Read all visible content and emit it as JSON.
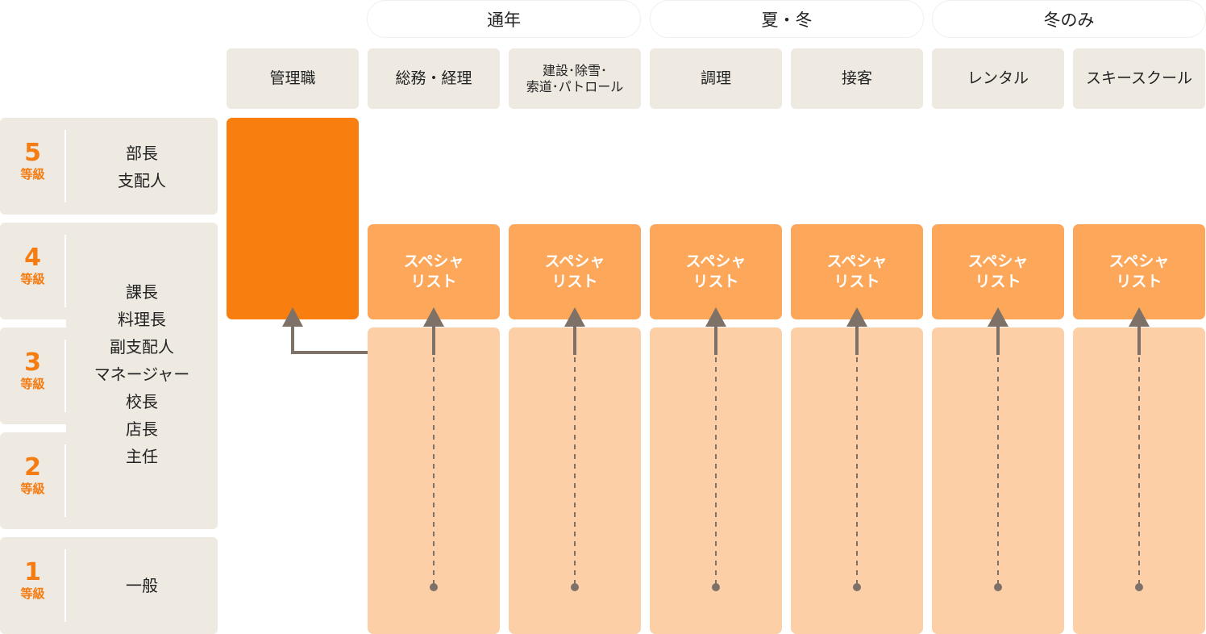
{
  "groups": [
    {
      "label": "通年"
    },
    {
      "label": "夏・冬"
    },
    {
      "label": "冬のみ"
    }
  ],
  "columns": [
    {
      "label": "管理職"
    },
    {
      "label": "総務・経理"
    },
    {
      "label_line1": "建設･除雪･",
      "label_line2": "索道･パトロール"
    },
    {
      "label": "調理"
    },
    {
      "label": "接客"
    },
    {
      "label": "レンタル"
    },
    {
      "label": "スキースクール"
    }
  ],
  "grades": [
    {
      "number": "5",
      "suffix": "等級"
    },
    {
      "number": "4",
      "suffix": "等級"
    },
    {
      "number": "3",
      "suffix": "等級"
    },
    {
      "number": "2",
      "suffix": "等級"
    },
    {
      "number": "1",
      "suffix": "等級"
    }
  ],
  "roles": {
    "grade5": [
      "部長",
      "支配人"
    ],
    "grade2to4": [
      "課長",
      "料理長",
      "副支配人",
      "マネージャー",
      "校長",
      "店長",
      "主任"
    ],
    "grade1": [
      "一般"
    ]
  },
  "specialist": {
    "line1": "スペシャ",
    "line2": "リスト"
  },
  "colors": {
    "manager": "#f97e10",
    "specialist": "#fda75a",
    "base": "#fdcfa6",
    "panel": "#eeeae2",
    "accent": "#f47c12",
    "arrow": "#7d7168"
  }
}
